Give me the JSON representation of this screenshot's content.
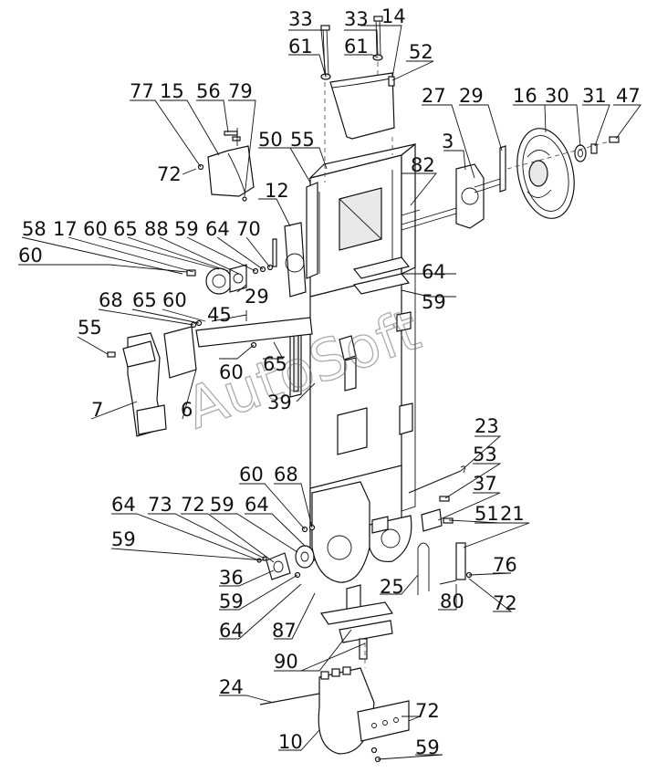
{
  "diagram": {
    "watermark": "AutoSoft",
    "callouts": [
      "33",
      "33",
      "14",
      "61",
      "61",
      "52",
      "77",
      "15",
      "56",
      "79",
      "72",
      "27",
      "29",
      "16",
      "30",
      "31",
      "47",
      "50",
      "55",
      "3",
      "82",
      "12",
      "58",
      "17",
      "60",
      "65",
      "88",
      "59",
      "64",
      "70",
      "60",
      "29",
      "64",
      "59",
      "68",
      "65",
      "60",
      "45",
      "55",
      "60",
      "65",
      "39",
      "7",
      "6",
      "23",
      "53",
      "37",
      "51",
      "21",
      "60",
      "68",
      "64",
      "73",
      "72",
      "59",
      "64",
      "59",
      "36",
      "59",
      "64",
      "87",
      "25",
      "80",
      "76",
      "72",
      "90",
      "24",
      "72",
      "10",
      "59"
    ]
  }
}
